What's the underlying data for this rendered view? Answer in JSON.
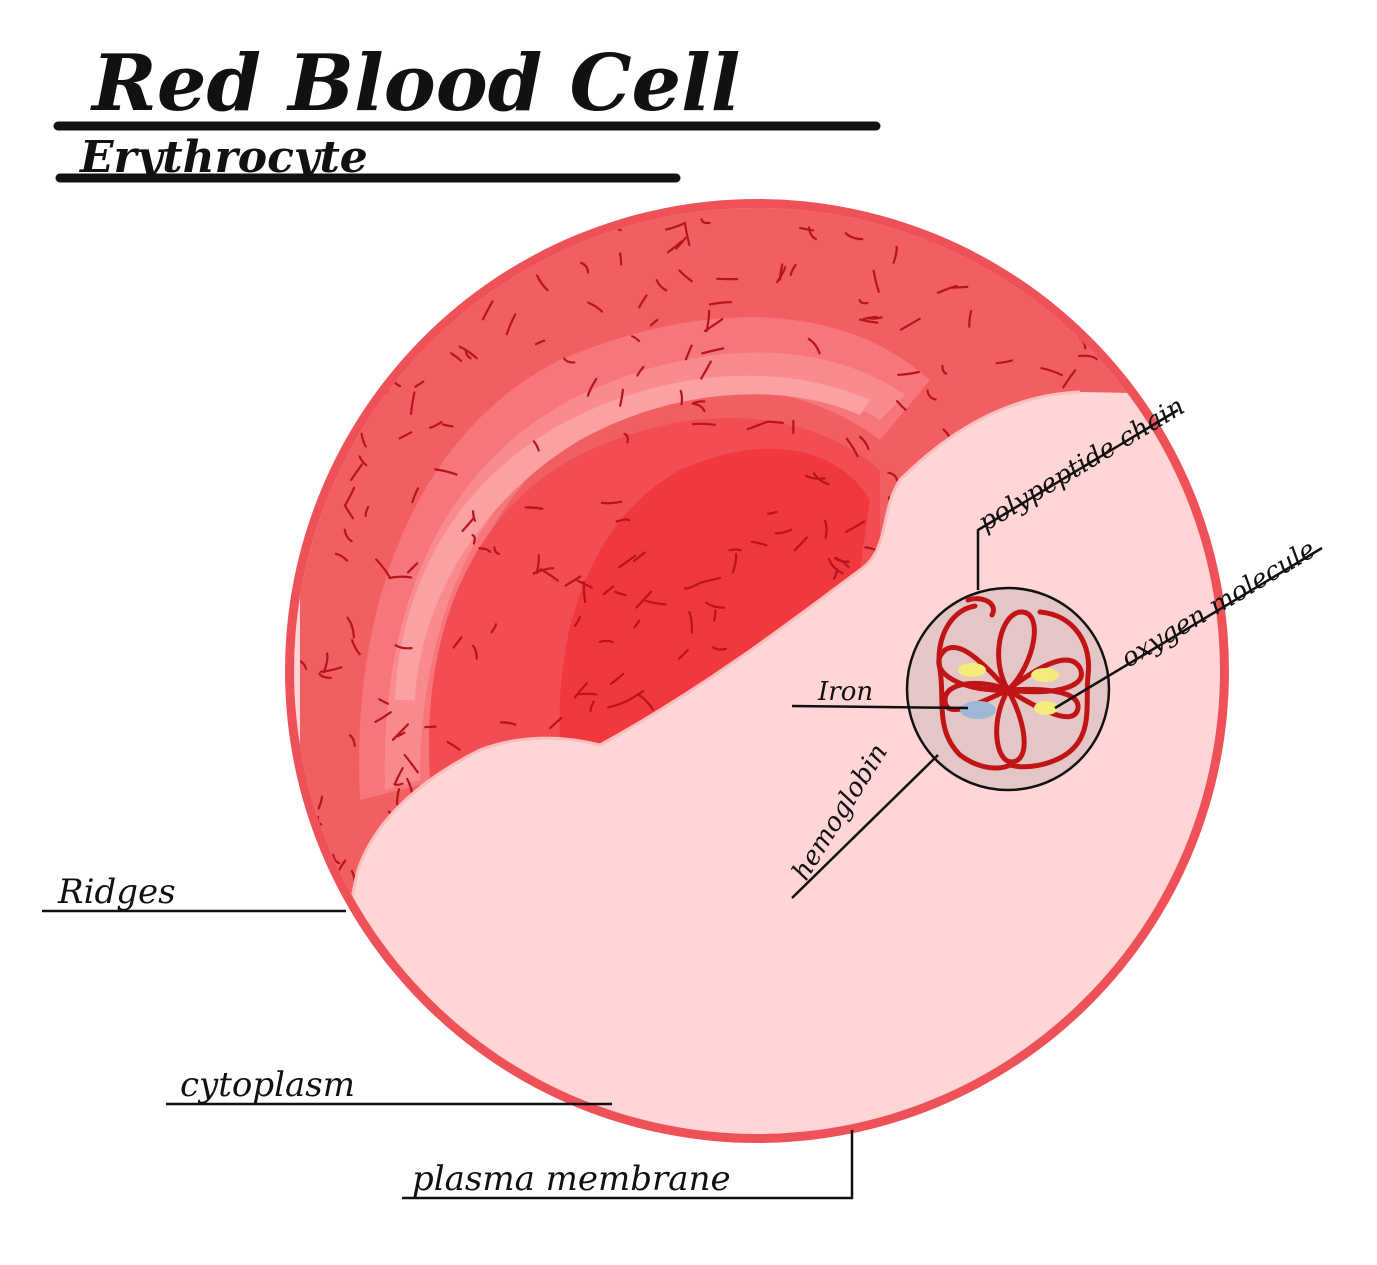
{
  "title": "Red Blood Cell",
  "subtitle": "Erythrocyte",
  "labels": {
    "polypeptide_chain": "polypeptide chain",
    "oxygen_molecule": "oxygen molecule",
    "iron": "Iron",
    "hemoglobin": "hemoglobin",
    "ridges": "Ridges",
    "cytoplasm": "cytoplasm",
    "plasma_membrane": "plasma membrane"
  },
  "colors": {
    "membrane": "#ee5258",
    "outer_red": "#f25f62",
    "band": "#f7888c",
    "inner_red": "#ef4348",
    "center_red": "#f33d43",
    "cytoplasm": "#ffd5d5",
    "hemoglobin_fill": "#e5c6c6",
    "chain": "#c11416",
    "oxygen": "#f2ec7a",
    "iron": "#9fb7d4",
    "ink": "#111111"
  },
  "icons": {
    "hemoglobin_detail": "hemoglobin-molecule-icon"
  }
}
